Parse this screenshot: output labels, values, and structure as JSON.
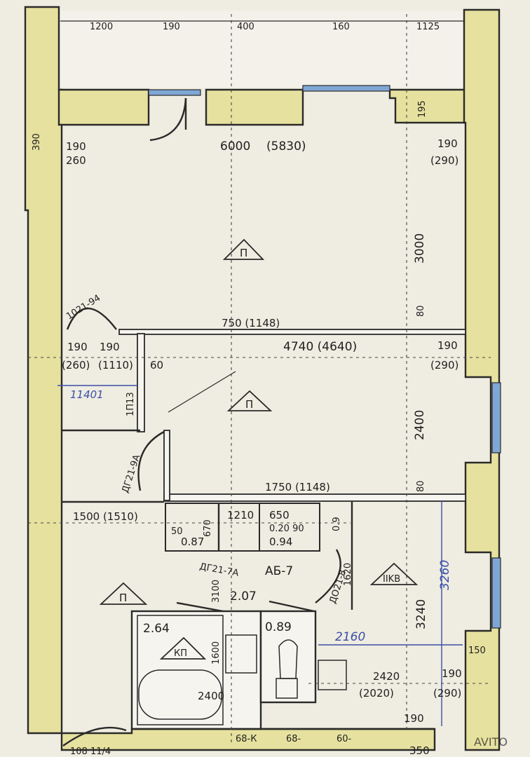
{
  "dims_top": {
    "d1200": "1200",
    "d190": "190",
    "d400": "400",
    "d160": "160",
    "d1125": "1125"
  },
  "left_390": "390",
  "room1": {
    "width": "6000",
    "width_alt": "(5830)",
    "left_a": "190",
    "left_b": "260",
    "right_a": "190",
    "right_b": "(290)",
    "height": "3000",
    "gap": "80",
    "partition": "750 (1148)",
    "door_mark": "1021-94",
    "sign": "П",
    "right_gap": "195"
  },
  "room2": {
    "width": "4740 (4640)",
    "l1a": "190",
    "l1b": "(260)",
    "l2a": "190",
    "l2b": "(1110)",
    "note": "60",
    "right_a": "190",
    "right_b": "(290)",
    "height": "2400",
    "gap": "80",
    "partition": "1750 (1148)",
    "blue_note": "11401",
    "vertical_code": "1П13",
    "door_mark": "ДГ21-9А",
    "sign": "П"
  },
  "hall": {
    "dim": "1500 (1510)",
    "bath_box": [
      "50",
      "0.87",
      "670",
      "1210",
      "650",
      "0.20 90",
      "0.94",
      "0.9"
    ],
    "door_code": "ДГ21-7А",
    "label_ab": "АБ-7",
    "door_code2": "ДО21-8",
    "d1620": "1620",
    "d3100": "3100",
    "area207": "2.07",
    "sign": "П"
  },
  "kitchen": {
    "sign": "IIKВ",
    "height": "3240",
    "blue_height": "3260",
    "blue_width": "2160",
    "d150": "150",
    "width": "2420",
    "width_alt": "(2020)",
    "right_a": "190",
    "right_b": "(290)",
    "bottom190": "190",
    "bottom350": "350"
  },
  "bath": {
    "area": "2.64",
    "sign": "КП",
    "tub_len": "2400",
    "d1600": "1600"
  },
  "wc": {
    "area": "0.89"
  },
  "bottom": {
    "a": "68-К",
    "b": "68-",
    "c": "60-",
    "d": "108 11/4"
  },
  "watermark": "AVITO"
}
